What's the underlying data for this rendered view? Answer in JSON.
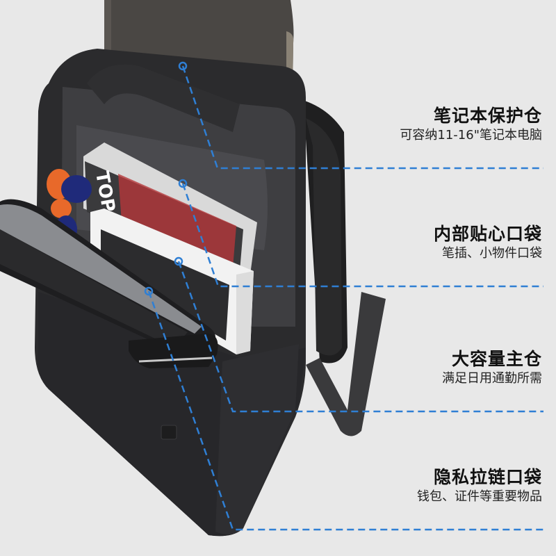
{
  "colors": {
    "background": "#e8e8e8",
    "accent_line": "#2f7fd4",
    "title_text": "#111111",
    "sub_text": "#222222"
  },
  "product": {
    "subject": "backpack-open-with-laptop-books-phone"
  },
  "features": [
    {
      "title": "笔记本保护仓",
      "subtitle": "可容纳11-16\"笔记本电脑"
    },
    {
      "title": "内部贴心口袋",
      "subtitle": "笔插、小物件口袋"
    },
    {
      "title": "大容量主仓",
      "subtitle": "满足日用通勤所需"
    },
    {
      "title": "隐私拉链口袋",
      "subtitle": "钱包、证件等重要物品"
    }
  ]
}
